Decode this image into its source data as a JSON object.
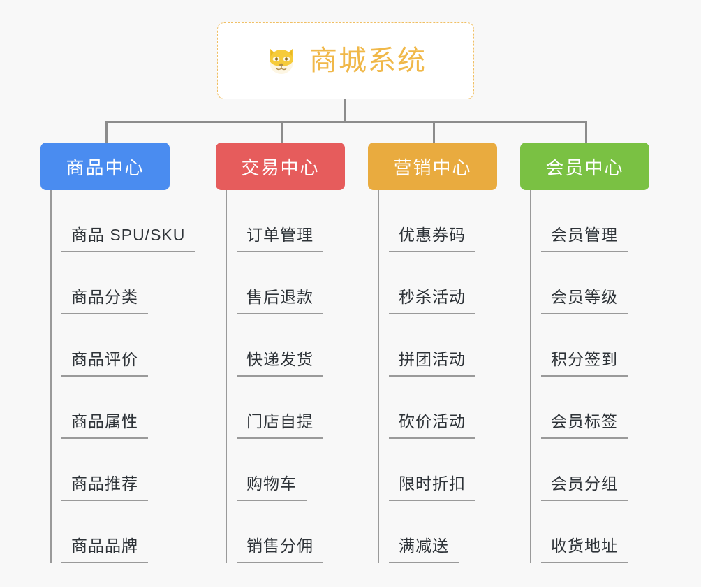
{
  "page": {
    "background": "#f8f8f8",
    "line_color": "#8c8c8c"
  },
  "root": {
    "title": "商城系统",
    "icon": "shiba-dog-face-emoji",
    "text_color": "#f0b849",
    "border_color": "#f0bf63",
    "background": "#ffffff"
  },
  "categories": [
    {
      "label": "商品中心",
      "color": "#4a8cf0",
      "items": [
        "商品 SPU/SKU",
        "商品分类",
        "商品评价",
        "商品属性",
        "商品推荐",
        "商品品牌"
      ]
    },
    {
      "label": "交易中心",
      "color": "#e65c5c",
      "items": [
        "订单管理",
        "售后退款",
        "快递发货",
        "门店自提",
        "购物车",
        "销售分佣"
      ]
    },
    {
      "label": "营销中心",
      "color": "#e9ab3f",
      "items": [
        "优惠券码",
        "秒杀活动",
        "拼团活动",
        "砍价活动",
        "限时折扣",
        "满减送"
      ]
    },
    {
      "label": "会员中心",
      "color": "#77c košt"
    }
  ],
  "categories_fixed": [
    {
      "label": "商品中心",
      "color": "#4a8cf0",
      "items": [
        "商品 SPU/SKU",
        "商品分类",
        "商品评价",
        "商品属性",
        "商品推荐",
        "商品品牌"
      ]
    },
    {
      "label": "交易中心",
      "color": "#e65c5c",
      "items": [
        "订单管理",
        "售后退款",
        "快递发货",
        "门店自提",
        "购物车",
        "销售分佣"
      ]
    },
    {
      "label": "营销中心",
      "color": "#e9ab3f",
      "items": [
        "优惠券码",
        "秒杀活动",
        "拼团活动",
        "砍价活动",
        "限时折扣",
        "满减送"
      ]
    },
    {
      "label": "会员中心",
      "color": "#77c košt",
      "items": [
        "会员管理",
        "会员等级",
        "积分签到",
        "会员标签",
        "会员分组",
        "收货地址"
      ]
    }
  ]
}
